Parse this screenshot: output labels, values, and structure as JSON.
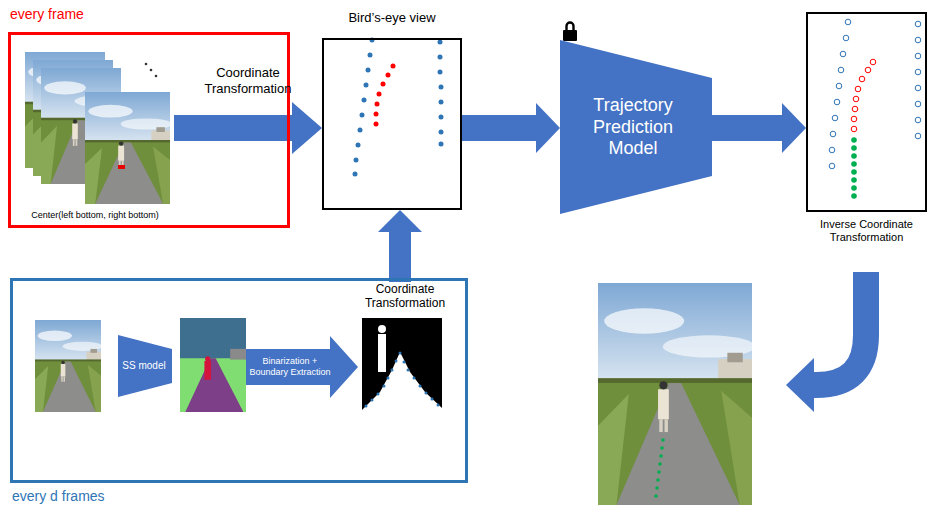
{
  "diagram": {
    "nodes": [
      {
        "text": [
          "every frame"
        ]
      },
      {
        "text": [
          "Center(left bottom, right bottom)"
        ],
        "in": 0
      },
      {
        "text": [
          "Bird’s-eye view"
        ]
      },
      {
        "text": [
          "Trajectory Prediction Model"
        ]
      },
      {
        "text": [
          "Inverse Coordinate Transformation"
        ]
      },
      {
        "text": [
          "every d frames"
        ]
      },
      {
        "text": [
          "SS model"
        ],
        "in": 5
      },
      {
        "text": [
          "Coordinate Transformation"
        ],
        "in": 5
      }
    ],
    "edges": [
      {
        "from": 1,
        "to": 2,
        "label": "Coordinate Transformation",
        "arrow": "to"
      },
      {
        "from": 2,
        "to": 3,
        "arrow": "to"
      },
      {
        "from": 3,
        "to": 4,
        "arrow": "to"
      },
      {
        "from": 7,
        "to": 2,
        "arrow": "to"
      }
    ],
    "labels": [
      "Binarization + Boundary Extraction"
    ]
  }
}
